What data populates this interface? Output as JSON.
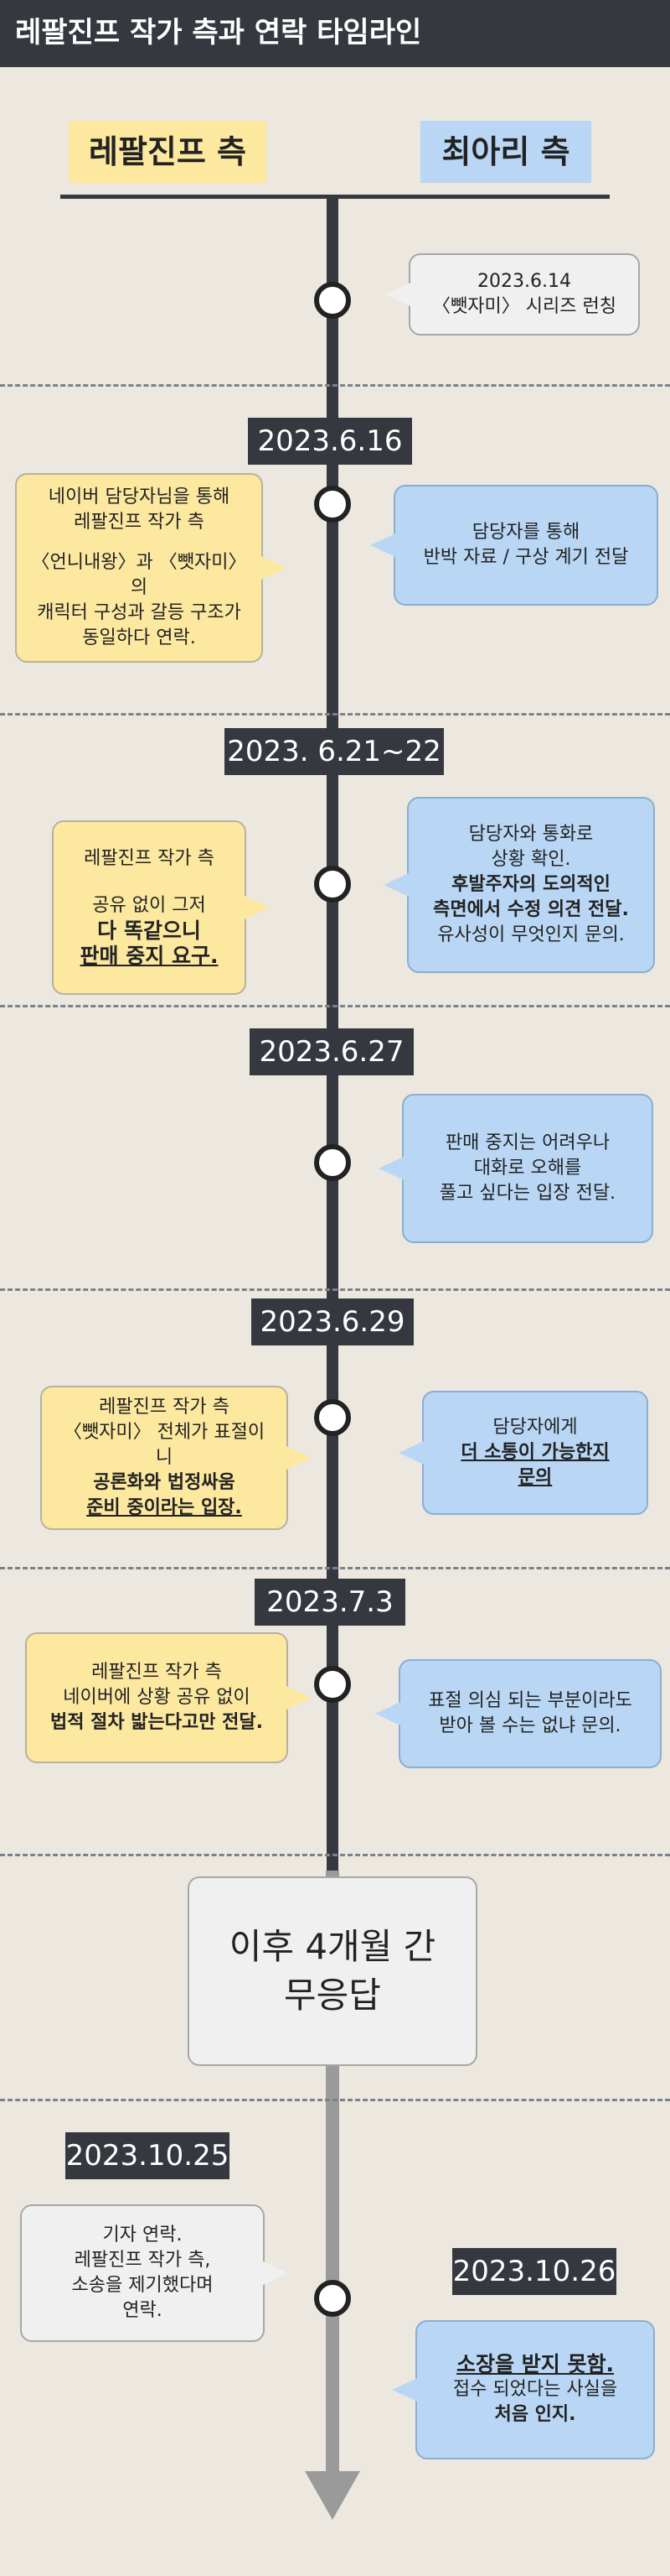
{
  "header": {
    "title": "레팔진프 작가 측과 연락 타임라인"
  },
  "sides": {
    "left": "레팔진프 측",
    "right": "최아리 측"
  },
  "events": [
    {
      "date": "2023.6.14",
      "right": [
        "〈뺏자미〉 시리즈 런칭"
      ]
    },
    {
      "date": "2023.6.16",
      "left": [
        "네이버 담당자님을 통해",
        "레팔진프 작가 측",
        "",
        "〈언니내왕〉과 〈뺏자미〉의",
        "캐릭터 구성과 갈등 구조가",
        "동일하다 연락."
      ],
      "right": [
        "담당자를 통해",
        "반박 자료 / 구상 계기 전달"
      ]
    },
    {
      "date": "2023. 6.21~22",
      "left": [
        "레팔진프 작가 측",
        "",
        "공유 없이 그저",
        "다 똑같으니",
        "판매 중지 요구."
      ],
      "right": [
        "담당자와 통화로",
        "상황 확인.",
        "후발주자의 도의적인",
        "측면에서 수정 의견 전달.",
        "유사성이 무엇인지 문의."
      ]
    },
    {
      "date": "2023.6.27",
      "right": [
        "판매 중지는 어려우나",
        "대화로 오해를",
        "풀고 싶다는 입장 전달."
      ]
    },
    {
      "date": "2023.6.29",
      "left": [
        "레팔진프 작가 측",
        "〈뺏자미〉 전체가 표절이니",
        "공론화와 법정싸움",
        "준비 중이라는 입장."
      ],
      "right": [
        "담당자에게",
        "더 소통이 가능한지",
        "문의"
      ]
    },
    {
      "date": "2023.7.3",
      "left": [
        "레팔진프 작가 측",
        "네이버에 상황 공유 없이",
        "법적 절차 밟는다고만 전달."
      ],
      "right": [
        "표절 의심 되는 부분이라도",
        "받아 볼 수는 없냐 문의."
      ]
    },
    {
      "date": "2023.10.25",
      "left": [
        "기자 연락.",
        "레팔진프 작가 측,",
        "소송을 제기했다며",
        "연락."
      ]
    },
    {
      "date": "2023.10.26",
      "right": [
        "소장을 받지 못함.",
        "접수 되었다는 사실을",
        "처음 인지."
      ]
    }
  ],
  "silence": [
    "이후 4개월 간",
    "무응답"
  ]
}
